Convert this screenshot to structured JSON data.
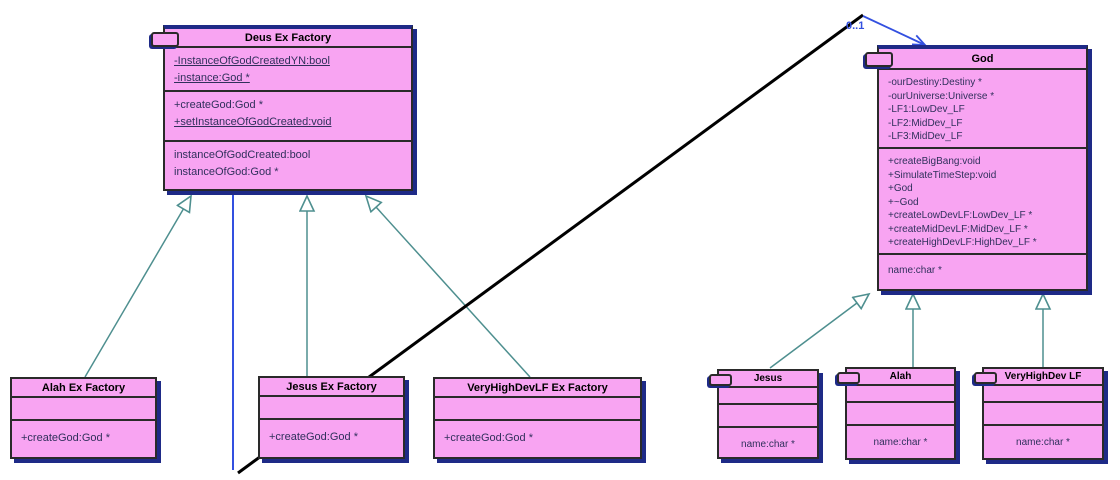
{
  "diagram": {
    "kind": "uml-class-diagram",
    "association": {
      "multiplicity_label": "0..1"
    },
    "colors": {
      "class_fill": "#f8a4f2",
      "shadow_navy": "#1e2a87",
      "member_text": "#30305c",
      "inheritance_line": "#4e8f8f",
      "association_blue": "#3350e0",
      "crossing_line": "#000000"
    },
    "classes": [
      {
        "id": "deus-ex-factory",
        "title": "Deus Ex Factory",
        "attributes": [
          {
            "text": "-InstanceOfGodCreatedYN:bool",
            "u": true
          },
          {
            "text": "-instance:God *",
            "u": true
          }
        ],
        "operations": [
          {
            "text": "+createGod:God *"
          },
          {
            "text": "+setInstanceOfGodCreated:void",
            "u": true
          }
        ],
        "properties": [
          {
            "text": "instanceOfGodCreated:bool"
          },
          {
            "text": "instanceOfGod:God *"
          }
        ]
      },
      {
        "id": "god",
        "title": "God",
        "attributes": [
          {
            "text": "-ourDestiny:Destiny *"
          },
          {
            "text": "-ourUniverse:Universe *"
          },
          {
            "text": "-LF1:LowDev_LF"
          },
          {
            "text": "-LF2:MidDev_LF"
          },
          {
            "text": "-LF3:MidDev_LF"
          }
        ],
        "operations": [
          {
            "text": "+createBigBang:void"
          },
          {
            "text": "+SimulateTimeStep:void"
          },
          {
            "text": "+God"
          },
          {
            "text": "+~God"
          },
          {
            "text": "+createLowDevLF:LowDev_LF *"
          },
          {
            "text": "+createMidDevLF:MidDev_LF *"
          },
          {
            "text": "+createHighDevLF:HighDev_LF *"
          }
        ],
        "properties": [
          {
            "text": "name:char *"
          }
        ]
      },
      {
        "id": "alah-ex-factory",
        "title": "Alah Ex Factory",
        "operations": [
          {
            "text": "+createGod:God *"
          }
        ]
      },
      {
        "id": "jesus-ex-factory",
        "title": "Jesus Ex Factory",
        "operations": [
          {
            "text": "+createGod:God *"
          }
        ]
      },
      {
        "id": "veryhighdevlf-ex-factory",
        "title": "VeryHighDevLF Ex Factory",
        "operations": [
          {
            "text": "+createGod:God *"
          }
        ]
      },
      {
        "id": "jesus",
        "title": "Jesus",
        "properties": [
          {
            "text": "name:char *"
          }
        ]
      },
      {
        "id": "alah",
        "title": "Alah",
        "properties": [
          {
            "text": "name:char *"
          }
        ]
      },
      {
        "id": "veryhighdev-lf",
        "title": "VeryHighDev LF",
        "properties": [
          {
            "text": "name:char *"
          }
        ]
      }
    ]
  }
}
